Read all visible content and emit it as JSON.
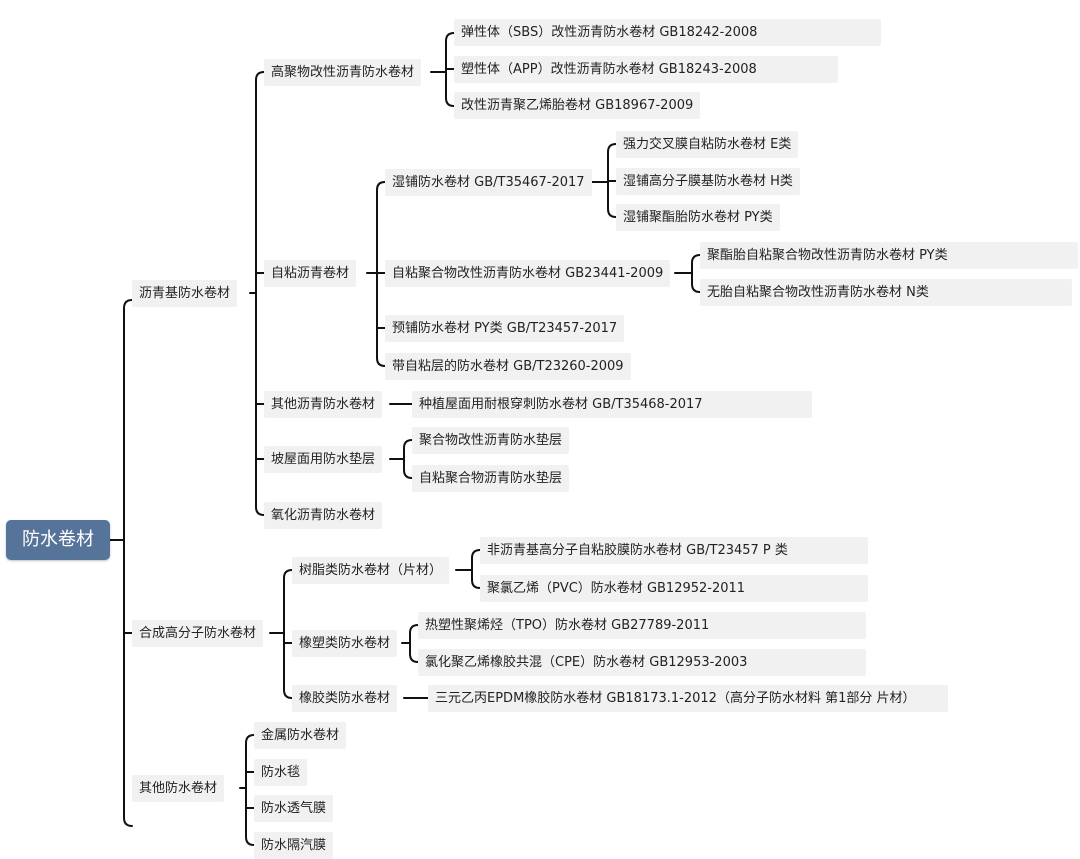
{
  "root": {
    "label": "防水卷材"
  },
  "level1": [
    {
      "label": "沥青基防水卷材"
    },
    {
      "label": "合成高分子防水卷材"
    },
    {
      "label": "其他防水卷材"
    }
  ],
  "asphalt": {
    "modified": {
      "label": "高聚物改性沥青防水卷材",
      "children": [
        "弹性体（SBS）改性沥青防水卷材  GB18242-2008",
        "塑性体（APP）改性沥青防水卷材  GB18243-2008",
        "改性沥青聚乙烯胎卷材  GB18967-2009"
      ]
    },
    "self_adhesive": {
      "label": "自粘沥青卷材",
      "wet": {
        "label": "湿铺防水卷材 GB/T35467-2017",
        "children": [
          "强力交叉膜自粘防水卷材 E类",
          "湿铺高分子膜基防水卷材 H类",
          "湿铺聚酯胎防水卷材  PY类"
        ]
      },
      "polymer": {
        "label": "自粘聚合物改性沥青防水卷材 GB23441-2009",
        "children": [
          "聚酯胎自粘聚合物改性沥青防水卷材 PY类",
          "无胎自粘聚合物改性沥青防水卷材 N类"
        ]
      },
      "pre_laid": "预铺防水卷材 PY类 GB/T23457-2017",
      "layer": "带自粘层的防水卷材 GB/T23260-2009"
    },
    "other": {
      "label": "其他沥青防水卷材",
      "child": "种植屋面用耐根穿刺防水卷材  GB/T35468-2017"
    },
    "slope": {
      "label": "坡屋面用防水垫层",
      "children": [
        "聚合物改性沥青防水垫层",
        "自粘聚合物沥青防水垫层"
      ]
    },
    "oxidized": "氧化沥青防水卷材"
  },
  "polymer": {
    "resin": {
      "label": "树脂类防水卷材（片材）",
      "children": [
        "非沥青基高分子自粘胶膜防水卷材 GB/T23457 P 类",
        "聚氯乙烯（PVC）防水卷材 GB12952-2011"
      ]
    },
    "rubber_plastic": {
      "label": "橡塑类防水卷材",
      "children": [
        "热塑性聚烯烃（TPO）防水卷材  GB27789-2011",
        "氯化聚乙烯橡胶共混（CPE）防水卷材 GB12953-2003"
      ]
    },
    "rubber": {
      "label": "橡胶类防水卷材",
      "child": "三元乙丙EPDM橡胶防水卷材 GB18173.1-2012（高分子防水材料  第1部分 片材）"
    }
  },
  "others": [
    "金属防水卷材",
    "防水毯",
    "防水透气膜",
    "防水隔汽膜"
  ]
}
